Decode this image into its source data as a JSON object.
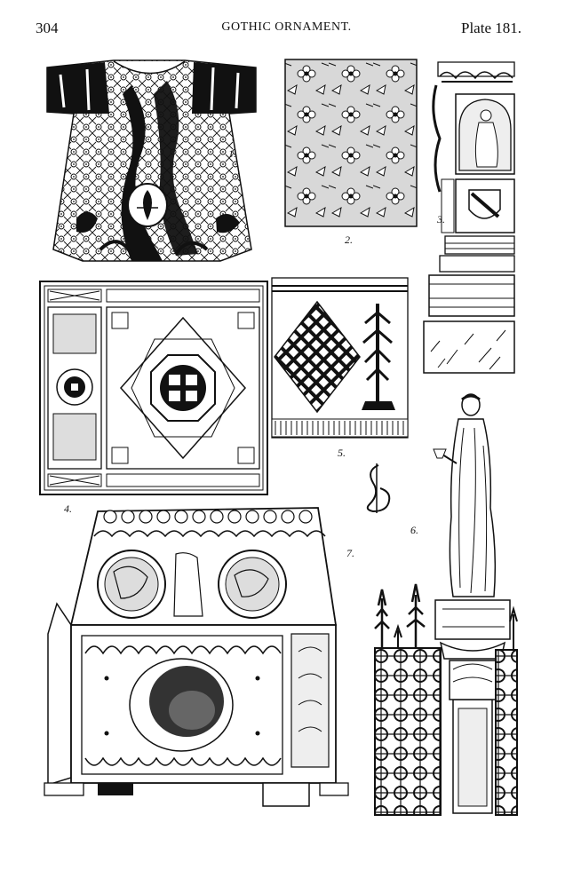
{
  "header": {
    "page_number": "304",
    "title": "GOTHIC ORNAMENT.",
    "plate": "Plate 181."
  },
  "figures": [
    {
      "number": "1.",
      "icon": "dalmatic-vestment"
    },
    {
      "number": "2.",
      "icon": "brocade-textile"
    },
    {
      "number": "3.",
      "icon": "carved-pier-niche"
    },
    {
      "number": "4.",
      "icon": "book-cover-panel"
    },
    {
      "number": "5.",
      "icon": "embroidered-band"
    },
    {
      "number": "6.",
      "icon": "statue-on-column"
    },
    {
      "number": "7.",
      "icon": "reliquary-shrine"
    }
  ]
}
